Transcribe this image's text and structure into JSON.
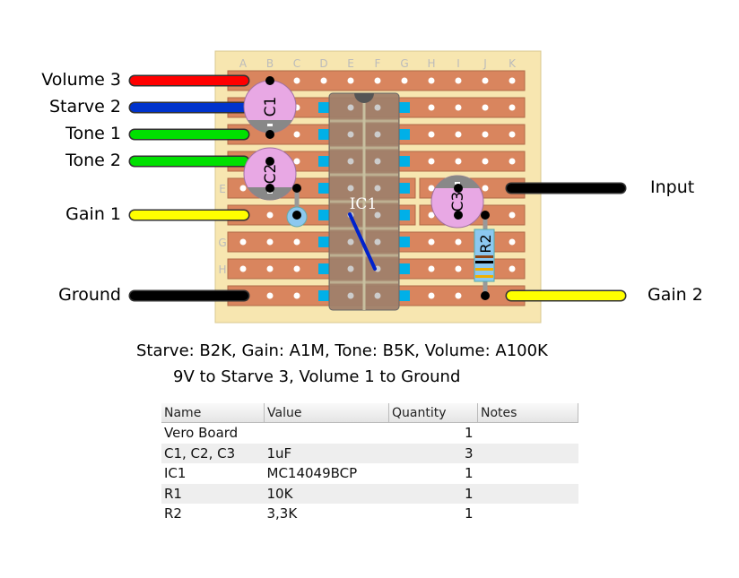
{
  "columns": [
    "A",
    "B",
    "C",
    "D",
    "E",
    "F",
    "G",
    "H",
    "I",
    "J",
    "K"
  ],
  "row_labels": [
    {
      "label": "E",
      "row": 4
    },
    {
      "label": "G",
      "row": 6
    },
    {
      "label": "H",
      "row": 7
    }
  ],
  "left_wires": [
    {
      "label": "Volume 3",
      "row": 0,
      "color": "#ff0000"
    },
    {
      "label": "Starve 2",
      "row": 1,
      "color": "#0033cc"
    },
    {
      "label": "Tone 1",
      "row": 2,
      "color": "#00e000"
    },
    {
      "label": "Tone 2",
      "row": 3,
      "color": "#00e000"
    },
    {
      "label": "Gain 1",
      "row": 5,
      "color": "#ffff00"
    },
    {
      "label": "Ground",
      "row": 8,
      "color": "#000000"
    }
  ],
  "right_wires": [
    {
      "label": "Input",
      "row": 4,
      "color": "#000000"
    },
    {
      "label": "Gain 2",
      "row": 8,
      "color": "#ffff00"
    }
  ],
  "components": {
    "c1": "C1",
    "c2": "C2",
    "c3": "C3",
    "ic1": "IC1",
    "r2": "R2",
    "minus": "-"
  },
  "notes": [
    "Starve: B2K, Gain: A1M, Tone: B5K, Volume: A100K",
    "9V to Starve  3, Volume 1 to Ground"
  ],
  "bom": {
    "headers": [
      "Name",
      "Value",
      "Quantity",
      "Notes"
    ],
    "rows": [
      [
        "Vero Board",
        "",
        "1",
        ""
      ],
      [
        "C1, C2, C3",
        "1uF",
        "3",
        ""
      ],
      [
        "IC1",
        "MC14049BCP",
        "1",
        ""
      ],
      [
        "R1",
        "10K",
        "1",
        ""
      ],
      [
        "R2",
        "3,3K",
        "1",
        ""
      ]
    ]
  },
  "colors": {
    "board": "#f7e6b0",
    "strip": "#d9855e",
    "ic": "#a0806a",
    "cap": "#e8a8e4",
    "cut": "#00b0e8"
  }
}
